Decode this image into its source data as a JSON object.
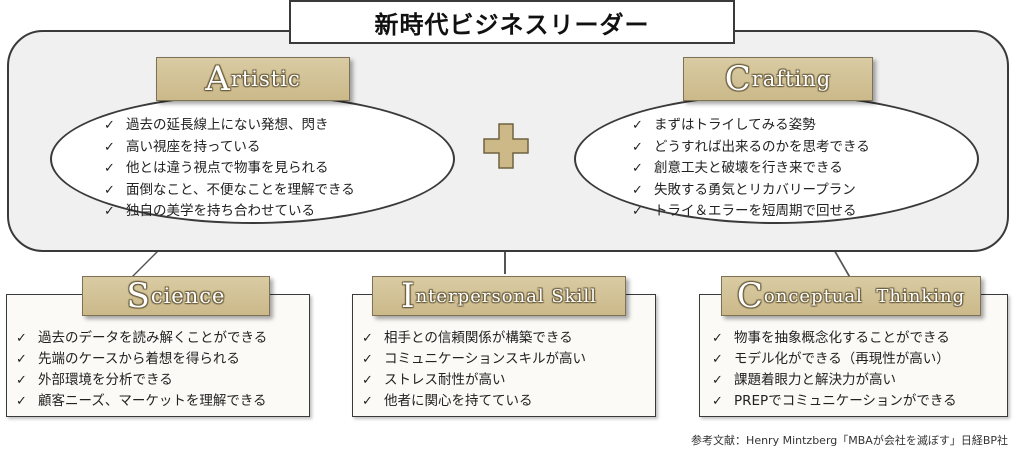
{
  "title": "新時代ビジネスリーダー",
  "artistic": {
    "cap": "A",
    "rest": "rtistic",
    "items": [
      "過去の延長線上にない発想、閃き",
      "高い視座を持っている",
      "他とは違う視点で物事を見られる",
      "面倒なこと、不便なことを理解できる",
      "独自の美学を持ち合わせている"
    ]
  },
  "crafting": {
    "cap": "C",
    "rest": "rafting",
    "items": [
      "まずはトライしてみる姿勢",
      "どうすれば出来るのかを思考できる",
      "創意工夫と破壊を行き来できる",
      "失敗する勇気とリカバリープラン",
      "トライ＆エラーを短周期で回せる"
    ]
  },
  "science": {
    "cap": "S",
    "rest": "cience",
    "items": [
      "過去のデータを読み解くことができる",
      "先端のケースから着想を得られる",
      "外部環境を分析できる",
      "顧客ニーズ、マーケットを理解できる"
    ]
  },
  "interpersonal": {
    "cap": "I",
    "rest": "nterpersonal Skill",
    "items": [
      "相手との信頼関係が構築できる",
      "コミュニケーションスキルが高い",
      "ストレス耐性が高い",
      "他者に関心を持てている"
    ]
  },
  "conceptual": {
    "cap": "C",
    "rest": "onceptual  Thinking",
    "items": [
      "物事を抽象概念化することができる",
      "モデル化ができる（再現性が高い）",
      "課題着眼力と解決力が高い",
      "PREPでコミュニケーションができる"
    ]
  },
  "check_mark": "✓",
  "footnote": "参考文献：Henry Mintzberg「MBAが会社を滅ぼす」日経BP社",
  "colors": {
    "tag_fill": "#cfbe90",
    "panel_fill": "#f0f0f0",
    "plus_fill": "#cdb987"
  },
  "icons": {
    "plus": "plus-icon",
    "check": "check-icon"
  }
}
